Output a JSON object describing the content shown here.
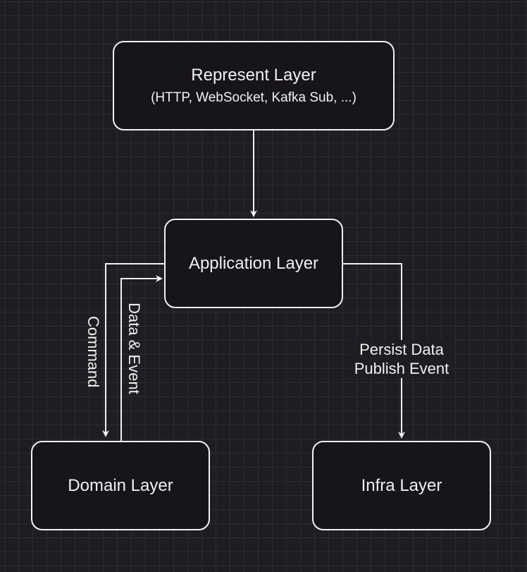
{
  "nodes": {
    "represent": {
      "title": "Represent Layer",
      "subtitle": "(HTTP, WebSocket, Kafka Sub, ...)"
    },
    "application": {
      "title": "Application Layer"
    },
    "domain": {
      "title": "Domain Layer"
    },
    "infra": {
      "title": "Infra Layer"
    }
  },
  "edges": {
    "command": "Command",
    "data_event": "Data & Event",
    "persist": {
      "line1": "Persist Data",
      "line2": "Publish Event"
    }
  },
  "colors": {
    "background": "#1e1e22",
    "grid": "#2c2c31",
    "node_fill": "#18141c",
    "stroke": "#f2f2f2"
  }
}
